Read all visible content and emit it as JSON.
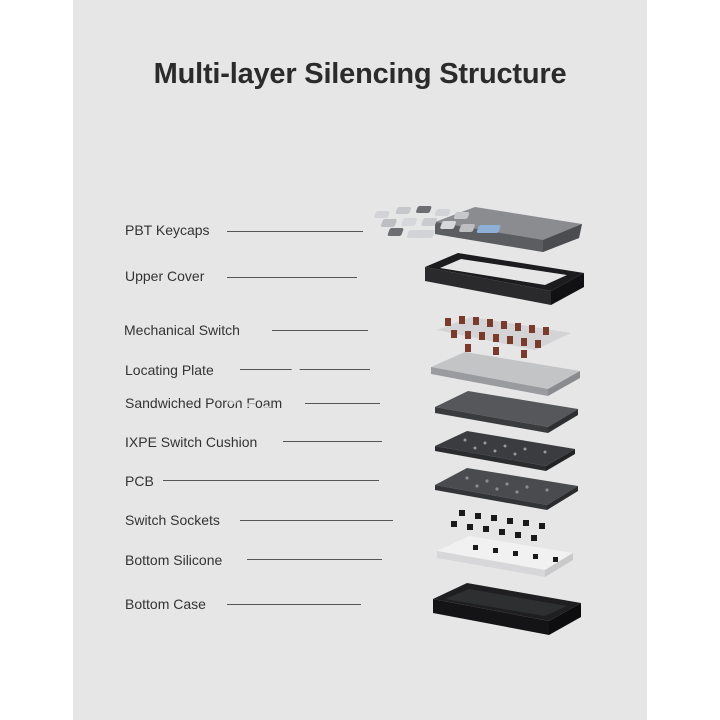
{
  "title": "Multi-layer Silencing Structure",
  "layers": [
    {
      "name": "PBT Keycaps",
      "icon": "keycaps-icon"
    },
    {
      "name": "Upper Cover",
      "icon": "upper-cover-icon"
    },
    {
      "name": "Mechanical Switch",
      "icon": "mechanical-switch-icon"
    },
    {
      "name": "Locating Plate",
      "icon": "locating-plate-icon"
    },
    {
      "name": "Sandwiched Poron Foam",
      "icon": "poron-foam-icon"
    },
    {
      "name": "IXPE Switch Cushion",
      "icon": "ixpe-cushion-icon"
    },
    {
      "name": "PCB",
      "icon": "pcb-icon"
    },
    {
      "name": "Switch Sockets",
      "icon": "switch-sockets-icon"
    },
    {
      "name": "Bottom Silicone",
      "icon": "bottom-silicone-icon"
    },
    {
      "name": "Bottom Case",
      "icon": "bottom-case-icon"
    }
  ],
  "colors": {
    "background": "#e6e6e6",
    "text": "#333333",
    "leader": "#555555",
    "keycap_grey": "#c9cacd",
    "keycap_dark": "#6d6e72",
    "keycap_accent": "#8fb0d6",
    "case_black": "#1c1c1e",
    "switch_brown": "#7a3b2c"
  }
}
